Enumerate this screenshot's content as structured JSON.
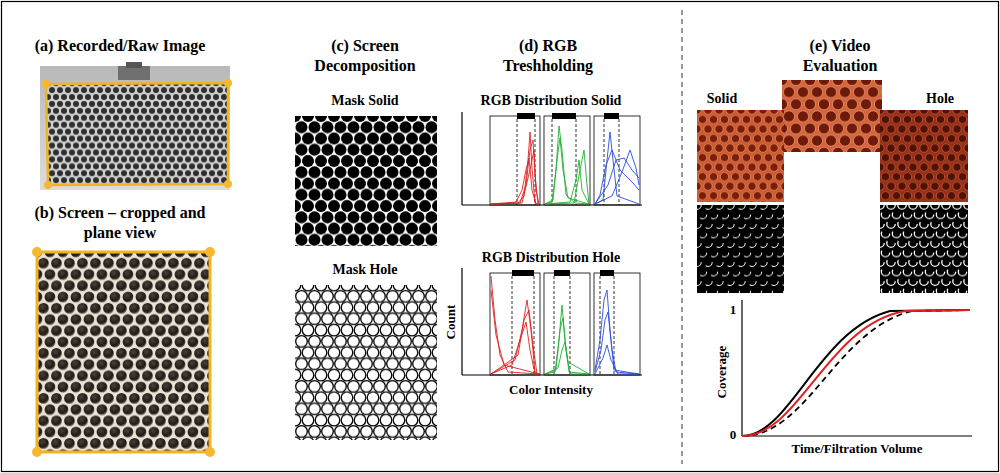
{
  "diagram": {
    "labels": [
      "(a) Recorded/Raw Image",
      "(b) Screen – cropped and plane view",
      "(c) Screen Decomposition",
      "Mask Solid",
      "Mask Hole",
      "(d) RGB Treshholding",
      "RGB Distribution Solid",
      "RGB Distribution Hole",
      "Count",
      "Color Intensity",
      "(e) Video Evaluation",
      "Solid",
      "Hole",
      "Coverage",
      "1",
      "0",
      "Time/Filtration Volume"
    ]
  }
}
